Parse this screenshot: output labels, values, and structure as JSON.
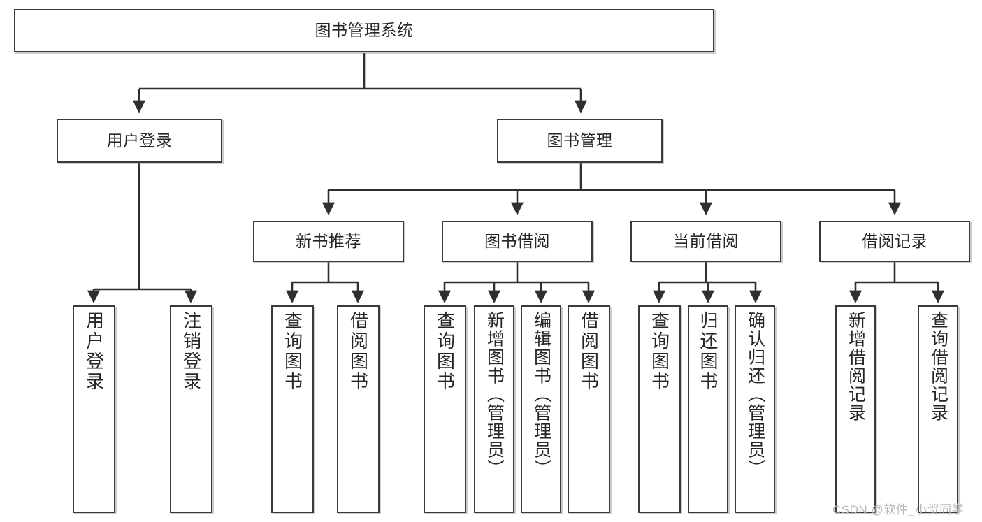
{
  "diagram": {
    "title": "图书管理系统",
    "type": "functional-structure-tree",
    "watermark": "CSDN @软件_小贺同学",
    "colors": {
      "box_border": "#3a3a3a",
      "box_fill": "#ffffff",
      "connector": "#2f2f2f",
      "text": "#262626",
      "watermark": "#b8b8b8"
    },
    "root": {
      "label": "图书管理系统"
    },
    "level2": [
      {
        "label": "用户登录"
      },
      {
        "label": "图书管理"
      }
    ],
    "level3": [
      {
        "label": "新书推荐"
      },
      {
        "label": "图书借阅"
      },
      {
        "label": "当前借阅"
      },
      {
        "label": "借阅记录"
      }
    ],
    "leaves": {
      "user_login": [
        {
          "label": "用户登录"
        },
        {
          "label": "注销登录"
        }
      ],
      "new_book_recommend": [
        {
          "label": "查询图书"
        },
        {
          "label": "借阅图书"
        }
      ],
      "book_borrow": [
        {
          "label": "查询图书"
        },
        {
          "label": "新增图书（管理员）"
        },
        {
          "label": "编辑图书（管理员）"
        },
        {
          "label": "借阅图书"
        }
      ],
      "current_borrow": [
        {
          "label": "查询图书"
        },
        {
          "label": "归还图书"
        },
        {
          "label": "确认归还（管理员）"
        }
      ],
      "borrow_record": [
        {
          "label": "新增借阅记录"
        },
        {
          "label": "查询借阅记录"
        }
      ]
    }
  }
}
